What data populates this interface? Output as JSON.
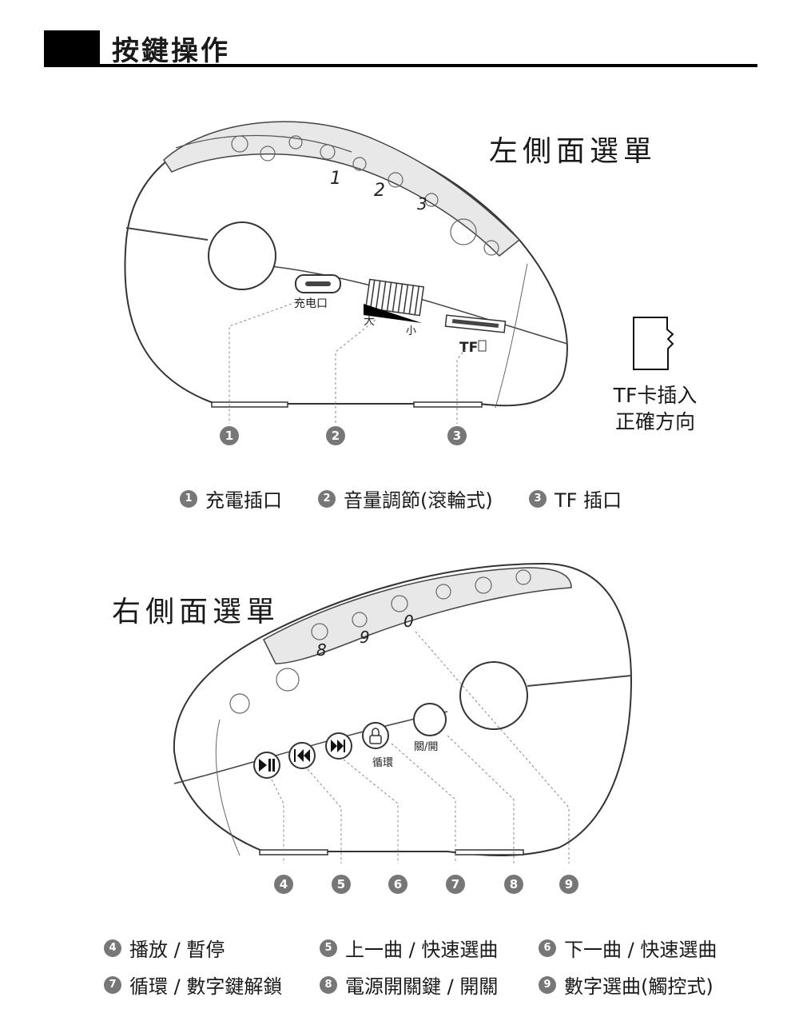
{
  "header": {
    "title": "按鍵操作"
  },
  "left_view": {
    "title": "左側面選單",
    "port_labels": {
      "charge": "充电口",
      "vol_big": "大",
      "vol_small": "小",
      "tf": "TF"
    },
    "dial_numbers": [
      "1",
      "2",
      "3"
    ],
    "callouts": [
      "1",
      "2",
      "3"
    ],
    "tf_card_note": [
      "TF卡插入",
      "正確方向"
    ],
    "legend": [
      {
        "num": "1",
        "text": "充電插口"
      },
      {
        "num": "2",
        "text": "音量調節(滾輪式)"
      },
      {
        "num": "3",
        "text": "TF 插口"
      }
    ]
  },
  "right_view": {
    "title": "右側面選單",
    "button_labels": {
      "loop": "循環",
      "power": "關/開"
    },
    "dial_numbers": [
      "8",
      "9",
      "0"
    ],
    "callouts": [
      "4",
      "5",
      "6",
      "7",
      "8",
      "9"
    ],
    "legend": [
      {
        "num": "4",
        "text": "播放 / 暫停"
      },
      {
        "num": "5",
        "text": "上一曲 / 快速選曲"
      },
      {
        "num": "6",
        "text": "下一曲 / 快速選曲"
      },
      {
        "num": "7",
        "text": "循環 / 數字鍵解鎖"
      },
      {
        "num": "8",
        "text": "電源開關鍵 / 開關"
      },
      {
        "num": "9",
        "text": "數字選曲(觸控式)"
      }
    ]
  }
}
